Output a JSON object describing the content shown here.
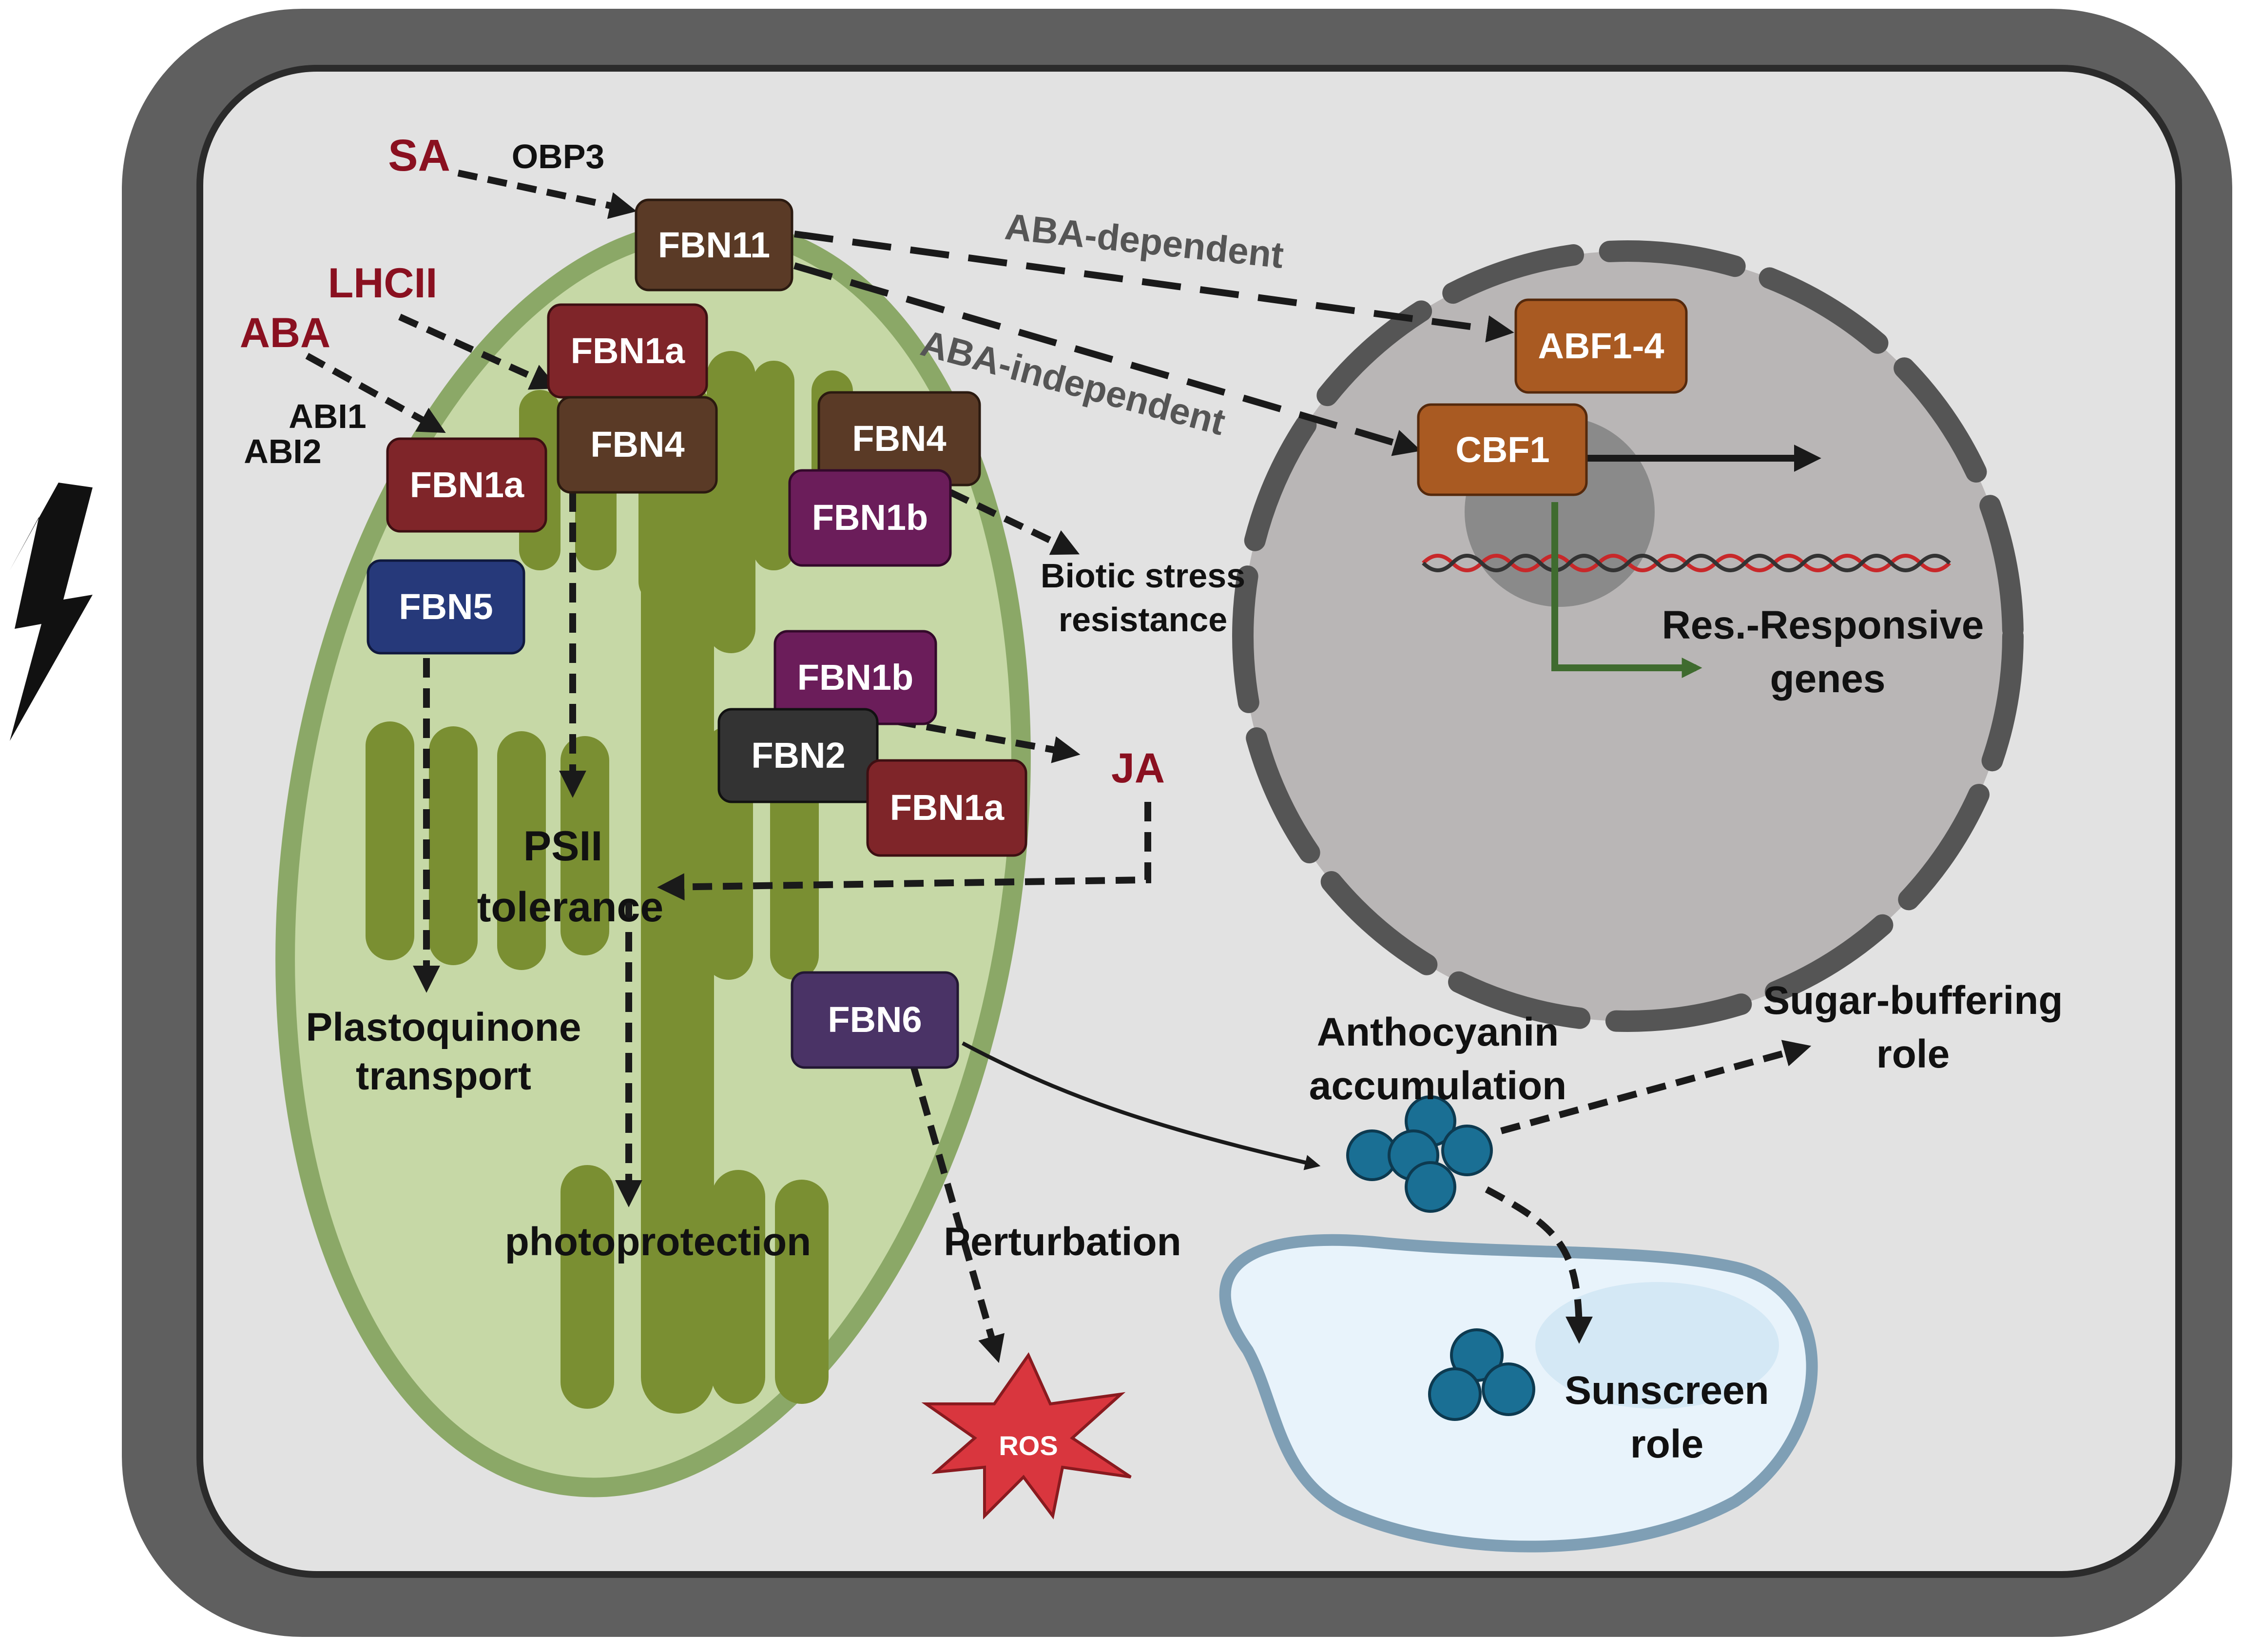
{
  "signals": {
    "sa": "SA",
    "obp3": "OBP3",
    "lhcii": "LHCII",
    "aba": "ABA",
    "abi1": "ABI1",
    "abi2": "ABI2",
    "ja": "JA"
  },
  "proteins": {
    "fbn11": "FBN11",
    "fbn1a_top": "FBN1a",
    "fbn4_left": "FBN4",
    "fbn1a_left": "FBN1a",
    "fbn4_right": "FBN4",
    "fbn1b_top": "FBN1b",
    "fbn5": "FBN5",
    "fbn1b_mid": "FBN1b",
    "fbn2": "FBN2",
    "fbn1a_mid": "FBN1a",
    "fbn6": "FBN6",
    "abf": "ABF1-4",
    "cbf1": "CBF1"
  },
  "pathways": {
    "aba_dependent": "ABA-dependent",
    "aba_independent": "ABA-independent"
  },
  "outcomes": {
    "biotic_1": "Biotic stress",
    "biotic_2": "resistance",
    "psii_1": "PSII",
    "psii_2": "tolerance",
    "plasto_1": "Plastoquinone",
    "plasto_2": "transport",
    "photoprotection": "photoprotection",
    "perturbation": "Perturbation",
    "ros": "ROS",
    "antho_1": "Anthocyanin",
    "antho_2": "accumulation",
    "sugar_1": "Sugar-buffering",
    "sugar_2": "role",
    "sunscreen_1": "Sunscreen",
    "sunscreen_2": "role",
    "res_1": "Res.-Responsive",
    "res_2": "genes"
  },
  "colors": {
    "cell_wall": "#5f5f5f",
    "cytoplasm": "#e2e2e2",
    "chloroplast": "#c6d8a6",
    "chloroplast_edge": "#8ba867",
    "thylakoid": "#7a8f32",
    "nucleus": "#b9b6b6",
    "nucleolus": "#8a8a8a",
    "vacuole": "#e8f3fb",
    "vacuole_edge": "#7f9fb5",
    "fbn_brown": "#5a3a26",
    "fbn_red": "#7f2529",
    "fbn_purple": "#6b1d5a",
    "fbn_navy": "#26397a",
    "fbn_black": "#333333",
    "fbn_violet": "#4a3366",
    "tf_orange": "#a95a22",
    "anthocyanin": "#1a6f94",
    "ros": "#d9363e",
    "signal_red": "#8a1020"
  }
}
